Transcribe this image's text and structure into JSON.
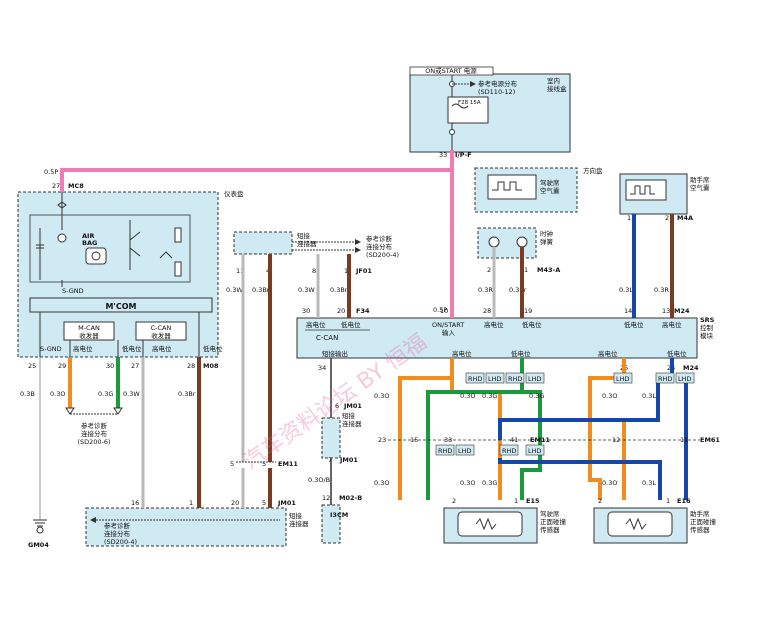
{
  "fuse_box": {
    "power_header": "ON或START 电源",
    "reference": "参考电源分布",
    "reference_code": "(SD110-12)",
    "location_line1": "室内",
    "location_line2": "接线盒",
    "fuse_label": "F28 15A",
    "pin": "33",
    "connector": "I/P-F"
  },
  "cluster": {
    "label": "仪表盘",
    "pin_top": "27",
    "connector_top": "MC8",
    "wire_top": "0.5P",
    "airbag_icon_line1": "AIR",
    "airbag_icon_line2": "BAG",
    "sgnd_label": "S-GND",
    "micom_label": "M'COM",
    "mcan_line1": "M-CAN",
    "mcan_line2": "收发器",
    "ccan_line1": "C-CAN",
    "ccan_line2": "收发器",
    "pin_labels": [
      "S-GND",
      "高电位",
      "低电位",
      "高电位",
      "低电位"
    ],
    "pins": [
      "25",
      "29",
      "30",
      "27",
      "28"
    ],
    "connector_bottom": "M08",
    "wires": [
      "0.3B",
      "0.3O",
      "0.3G",
      "0.3W",
      "0.3Br"
    ]
  },
  "diag_ref_left": {
    "line1": "参考诊断",
    "line2": "连接分布",
    "line3": "(SD200-6)"
  },
  "jc_top": {
    "ref_line1": "参考诊断",
    "ref_line2": "连接分布",
    "ref_line3": "(SD200-4)",
    "side_label1": "短接",
    "side_label2": "连接器",
    "pins": [
      "11",
      "4",
      "8",
      "1"
    ],
    "connector": "JF01",
    "wires": [
      "0.3W",
      "0.3Br",
      "0.3W",
      "0.3Br"
    ]
  },
  "steering": {
    "label": "方向盘",
    "airbag_line1": "驾驶席",
    "airbag_line2": "空气囊",
    "clockspring_line1": "时钟",
    "clockspring_line2": "弹簧",
    "pins": [
      "2",
      "1"
    ],
    "connector": "M43-A",
    "wires": [
      "0.3R",
      "0.3Br"
    ]
  },
  "passenger_airbag": {
    "line1": "助手席",
    "line2": "空气囊",
    "pins": [
      "1",
      "2"
    ],
    "connector": "M4A",
    "wires": [
      "0.3L",
      "0.3R"
    ]
  },
  "srs": {
    "pins_top": [
      "30",
      "20",
      "10",
      "28",
      "19",
      "14",
      "13"
    ],
    "connector_left": "F34",
    "connector_right": "M24",
    "module_line1": "SRS",
    "module_line2": "控制",
    "module_line3": "模块",
    "labels_top": [
      "高电位",
      "低电位",
      "ON/START",
      "输入",
      "高电位",
      "低电位",
      "低电位",
      "高电位"
    ],
    "ccan": "C-CAN",
    "diag_out": "短接输出",
    "labels_bottom": [
      "高电位",
      "低电位",
      "高电位",
      "低电位"
    ],
    "pins_bottom": [
      "34",
      "25",
      "24"
    ],
    "connector_bottom": "M24"
  },
  "middle_left": {
    "pin_top": "6",
    "connector_top": "JM01",
    "wire": "0.3O/B",
    "ref_line1": "短接",
    "ref_line2": "连接器",
    "pin_mid": "7",
    "connector_mid": "JM01",
    "pin_bottom": "12",
    "connector_bottom": "M02-B",
    "module_label": "I3CM"
  },
  "junction_bottom": {
    "pins": [
      "5",
      "5",
      "16",
      "1",
      "20",
      "5"
    ],
    "connector": "EM11",
    "connector_bottom": "JM01",
    "label1": "短接",
    "label2": "连接器",
    "ref_line1": "参考诊断",
    "ref_line2": "连接分布",
    "ref_line3": "(SD200-4)"
  },
  "wiring": {
    "rhd": "RHD",
    "lhd": "LHD",
    "pins_mid": [
      "23",
      "15",
      "33",
      "41",
      "12",
      "11"
    ],
    "connector_mid_left": "EM11",
    "connector_mid_right": "EM61",
    "wires": [
      "0.3O",
      "0.3G",
      "0.3L"
    ]
  },
  "sensor_left": {
    "pins": [
      "2",
      "1"
    ],
    "connector": "E15",
    "line1": "驾驶席",
    "line2": "正面碰撞",
    "line3": "传感器"
  },
  "sensor_right": {
    "pins": [
      "2",
      "1"
    ],
    "connector": "E16",
    "line1": "助手席",
    "line2": "正面碰撞",
    "line3": "传感器"
  },
  "ground": {
    "label": "GM04"
  },
  "watermark": "汽车资料论坛 BY 恒福",
  "colors": {
    "panel": "#cfeaf3",
    "pink": "#f07bb7",
    "orange": "#f28c1e",
    "green": "#1a9a3a",
    "blue": "#1646a8",
    "brown": "#7b3b22",
    "gray": "#b9b9b9"
  }
}
